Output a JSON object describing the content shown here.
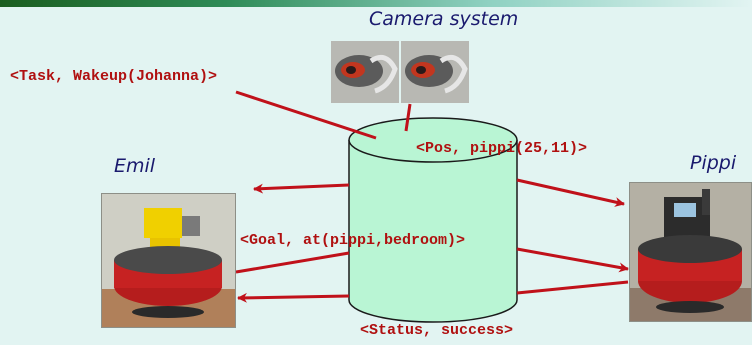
{
  "labels": {
    "camera_system": "Camera system",
    "emil": "Emil",
    "pippi": "Pippi"
  },
  "messages": {
    "task": "<Task, Wakeup(Johanna)>",
    "pos": "<Pos, pippi(25,11)>",
    "goal": "<Goal, at(pippi,bedroom)>",
    "status": "<Status, success>"
  },
  "colors": {
    "background": "#e2f4f2",
    "title_text": "#1a1a6e",
    "message_text": "#b01010",
    "arrow": "#c0111a",
    "cylinder_fill": "#b9f5d4",
    "cylinder_outline": "#1a1a1a"
  },
  "icons": {
    "emil_robot": "mobile-robot-photo",
    "pippi_robot": "mobile-robot-photo",
    "camera_left": "camera-photo",
    "camera_right": "camera-photo"
  }
}
